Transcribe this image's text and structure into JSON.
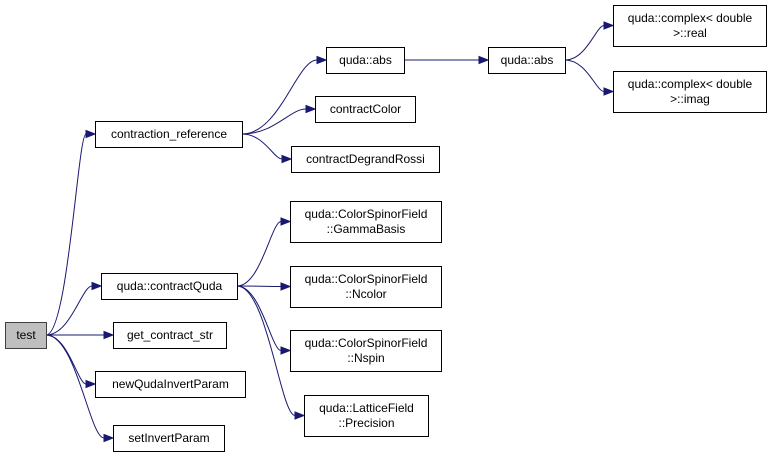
{
  "nodes": {
    "test": [
      "test"
    ],
    "contraction_reference": [
      "contraction_reference"
    ],
    "contractQuda": [
      "quda::contractQuda"
    ],
    "get_contract_str": [
      "get_contract_str"
    ],
    "newQudaInvertParam": [
      "newQudaInvertParam"
    ],
    "setInvertParam": [
      "setInvertParam"
    ],
    "abs1": [
      "quda::abs"
    ],
    "contractColor": [
      "contractColor"
    ],
    "contractDegrandRossi": [
      "contractDegrandRossi"
    ],
    "abs2": [
      "quda::abs"
    ],
    "complex_real": [
      "quda::complex< double",
      ">::real"
    ],
    "complex_imag": [
      "quda::complex< double",
      ">::imag"
    ],
    "GammaBasis": [
      "quda::ColorSpinorField",
      "::GammaBasis"
    ],
    "Ncolor": [
      "quda::ColorSpinorField",
      "::Ncolor"
    ],
    "Nspin": [
      "quda::ColorSpinorField",
      "::Nspin"
    ],
    "Precision": [
      "quda::LatticeField",
      "::Precision"
    ]
  },
  "edges": [
    [
      "test",
      "contraction_reference"
    ],
    [
      "test",
      "contractQuda"
    ],
    [
      "test",
      "get_contract_str"
    ],
    [
      "test",
      "newQudaInvertParam"
    ],
    [
      "test",
      "setInvertParam"
    ],
    [
      "contraction_reference",
      "abs1"
    ],
    [
      "contraction_reference",
      "contractColor"
    ],
    [
      "contraction_reference",
      "contractDegrandRossi"
    ],
    [
      "abs1",
      "abs2"
    ],
    [
      "abs2",
      "complex_real"
    ],
    [
      "abs2",
      "complex_imag"
    ],
    [
      "contractQuda",
      "GammaBasis"
    ],
    [
      "contractQuda",
      "Ncolor"
    ],
    [
      "contractQuda",
      "Nspin"
    ],
    [
      "contractQuda",
      "Precision"
    ]
  ]
}
